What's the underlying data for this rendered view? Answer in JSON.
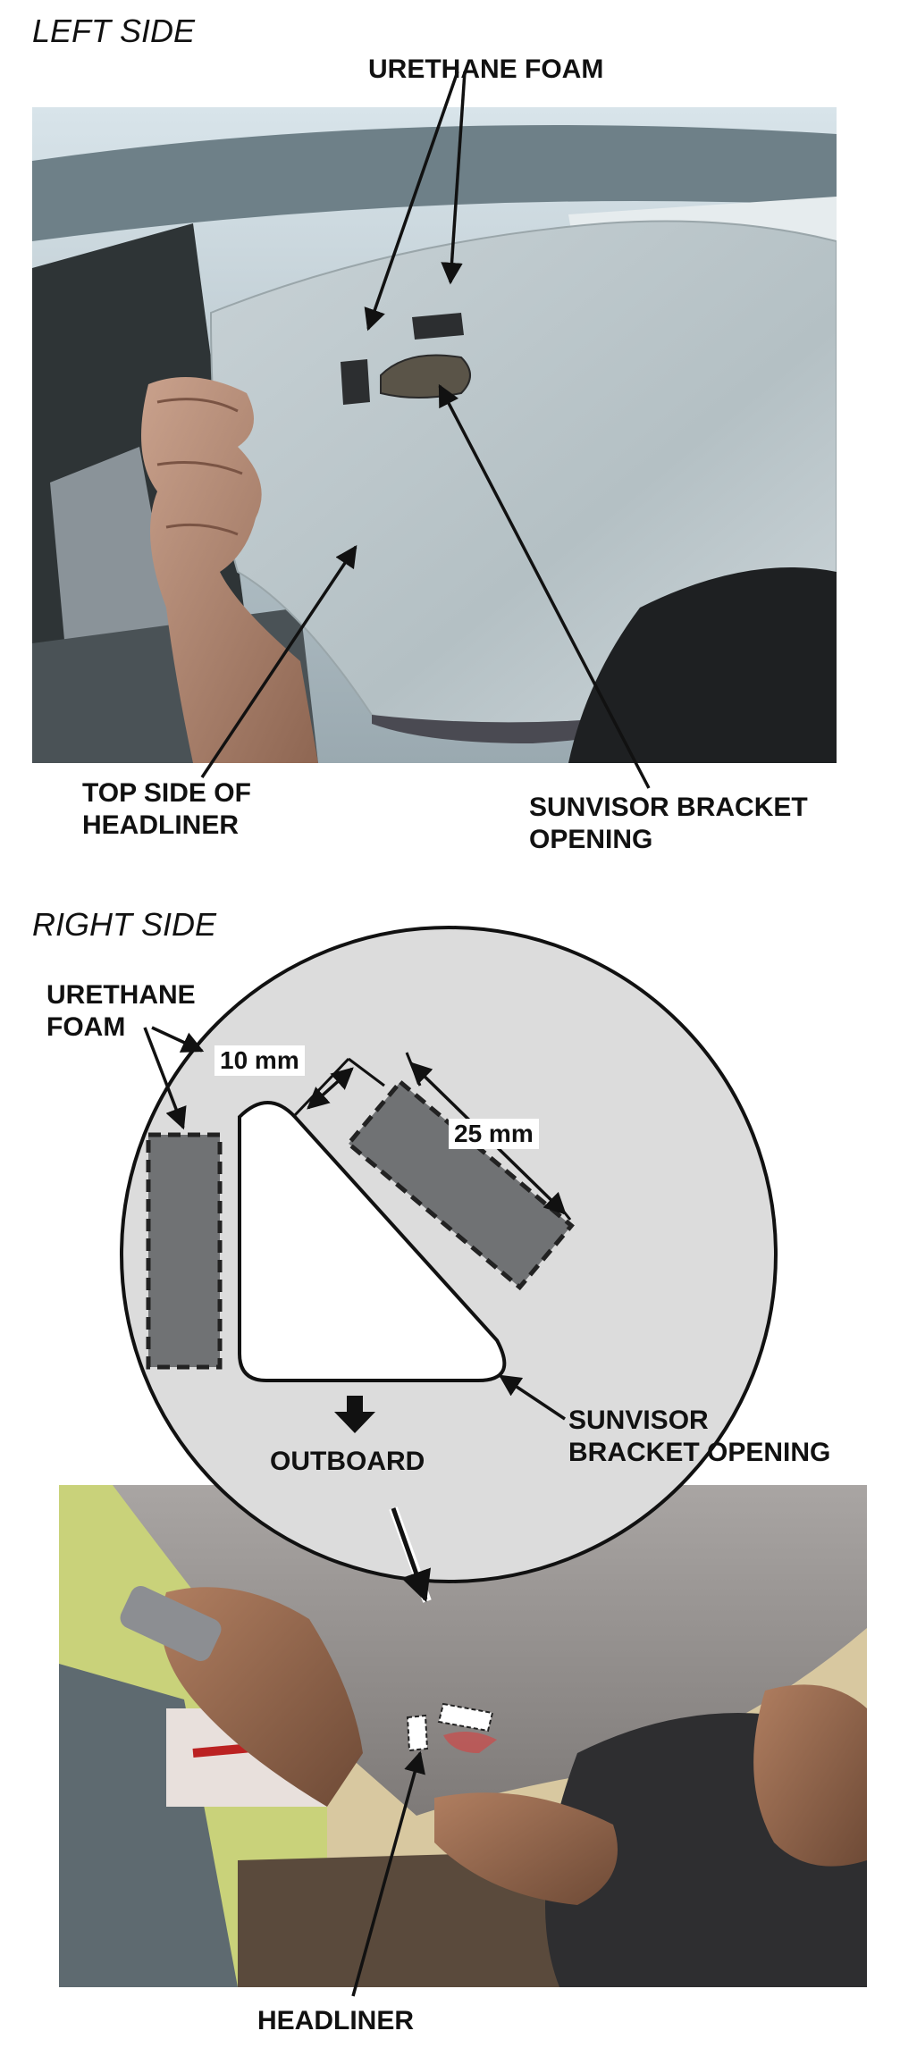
{
  "left_side": {
    "title": "LEFT SIDE",
    "labels": {
      "urethane_foam": "URETHANE FOAM",
      "top_side_line1": "TOP SIDE OF",
      "top_side_line2": "HEADLINER",
      "sunvisor_line1": "SUNVISOR BRACKET",
      "sunvisor_line2": "OPENING"
    }
  },
  "right_side": {
    "title": "RIGHT SIDE",
    "labels": {
      "urethane_line1": "URETHANE",
      "urethane_line2": "FOAM",
      "dim_10": "10 mm",
      "dim_25": "25 mm",
      "sunvisor_line1": "SUNVISOR",
      "sunvisor_line2": "BRACKET OPENING",
      "outboard": "OUTBOARD",
      "headliner": "HEADLINER"
    }
  },
  "colors": {
    "headliner_fabric": "#b8c4c8",
    "foam_gray": "#707274",
    "circle_fill": "#dcdcdc",
    "photo_headliner_gray": "#8e8a88"
  }
}
